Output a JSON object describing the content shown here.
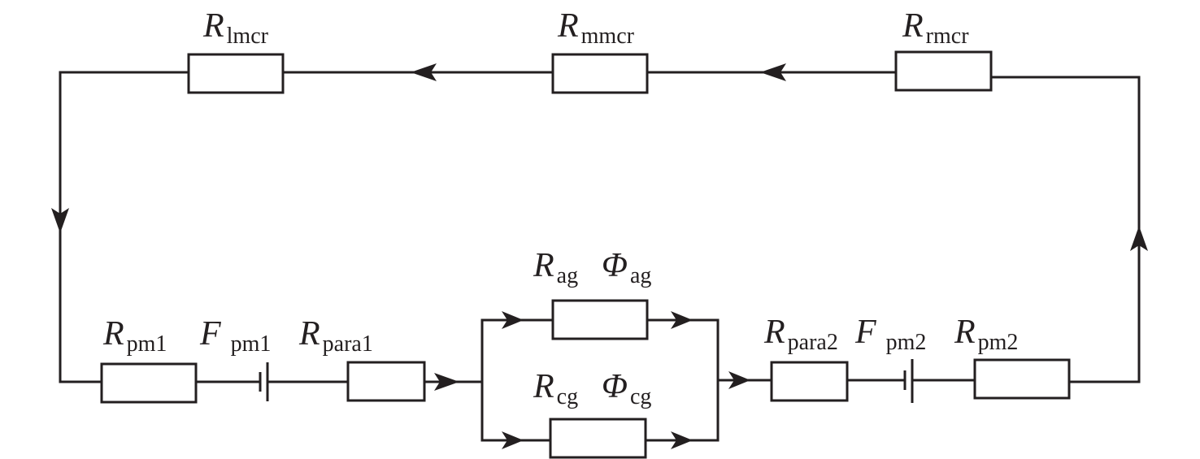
{
  "diagram": {
    "type": "magnetic equivalent circuit",
    "colors": {
      "line": "#231f20",
      "background": "#ffffff"
    },
    "components": {
      "r_lmcr": {
        "symbol": "R",
        "subscript": "lmcr",
        "kind": "reluctance"
      },
      "r_mmcr": {
        "symbol": "R",
        "subscript": "mmcr",
        "kind": "reluctance"
      },
      "r_rmcr": {
        "symbol": "R",
        "subscript": "rmcr",
        "kind": "reluctance"
      },
      "r_pm1": {
        "symbol": "R",
        "subscript": "pm1",
        "kind": "reluctance"
      },
      "f_pm1": {
        "symbol": "F",
        "subscript": "pm1",
        "kind": "mmf-source"
      },
      "r_para1": {
        "symbol": "R",
        "subscript": "para1",
        "kind": "reluctance"
      },
      "r_ag": {
        "symbol": "R",
        "subscript": "ag",
        "kind": "reluctance"
      },
      "phi_ag": {
        "symbol": "Φ",
        "subscript": "ag",
        "kind": "flux"
      },
      "r_cg": {
        "symbol": "R",
        "subscript": "cg",
        "kind": "reluctance"
      },
      "phi_cg": {
        "symbol": "Φ",
        "subscript": "cg",
        "kind": "flux"
      },
      "r_para2": {
        "symbol": "R",
        "subscript": "para2",
        "kind": "reluctance"
      },
      "f_pm2": {
        "symbol": "F",
        "subscript": "pm2",
        "kind": "mmf-source"
      },
      "r_pm2": {
        "symbol": "R",
        "subscript": "pm2",
        "kind": "reluctance"
      }
    },
    "flow_direction": "clockwise through top loop: right column up, top row right-to-left, left column down, bottom row left-to-right"
  }
}
